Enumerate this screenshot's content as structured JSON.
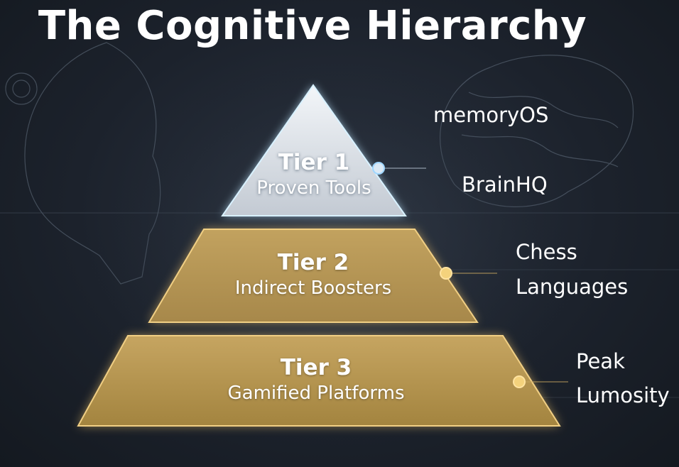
{
  "title": "The Cognitive Hierarchy",
  "tiers": [
    {
      "label": "Tier 1",
      "subtitle": "Proven Tools",
      "examples": [
        "memoryOS",
        "BrainHQ"
      ]
    },
    {
      "label": "Tier 2",
      "subtitle": "Indirect Boosters",
      "examples": [
        "Chess",
        "Languages"
      ]
    },
    {
      "label": "Tier 3",
      "subtitle": "Gamified Platforms",
      "examples": [
        "Peak",
        "Lumosity"
      ]
    }
  ],
  "colors": {
    "background": "#1c222c",
    "tier1_fill": "#dfe4ea",
    "tier1_glow": "#bfe6ff",
    "gold_fill": "#c9a860",
    "gold_glow": "#ffd27a",
    "text": "#ffffff"
  }
}
